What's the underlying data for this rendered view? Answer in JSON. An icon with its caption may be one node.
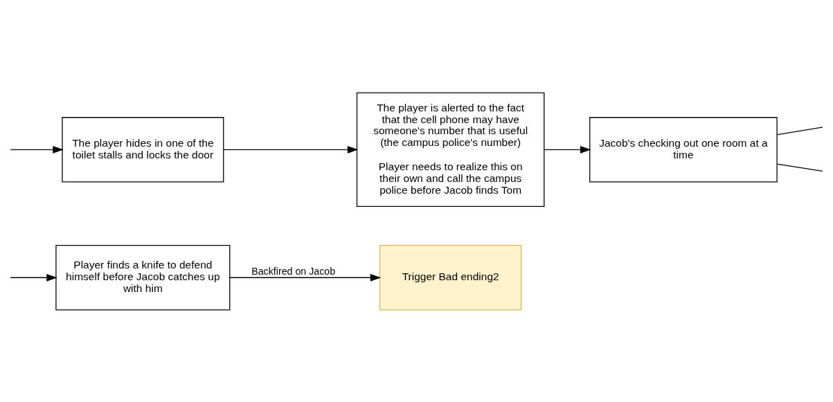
{
  "diagram": {
    "nodes": [
      {
        "text": [
          "Player finds a knife to defend himself before Jacob catches up with him"
        ]
      },
      {
        "text": [
          "Trigger Bad ending2"
        ]
      },
      {
        "text": [
          "The player hides in one of the toilet stalls and locks the door"
        ]
      },
      {
        "text": [
          "The player is alerted to the fact that the cell phone may have someone's number that is useful (the campus police's number)",
          "Player needs to realize this on their own and call the campus police before Jacob finds Tom"
        ]
      },
      {
        "text": [
          "Jacob's checking out one room at a time"
        ]
      }
    ],
    "edges": [
      {
        "from": null,
        "to": 0,
        "arrow": "to"
      },
      {
        "from": 0,
        "to": 1,
        "arrow": "to",
        "label": "Backfired on Jacob"
      },
      {
        "from": null,
        "to": 2,
        "arrow": "to"
      },
      {
        "from": 2,
        "to": 3,
        "arrow": "to"
      },
      {
        "from": 3,
        "to": 4,
        "arrow": "to"
      },
      {
        "from": 4,
        "to": null,
        "arrow": "none"
      },
      {
        "from": 4,
        "to": null,
        "arrow": "none"
      }
    ]
  }
}
